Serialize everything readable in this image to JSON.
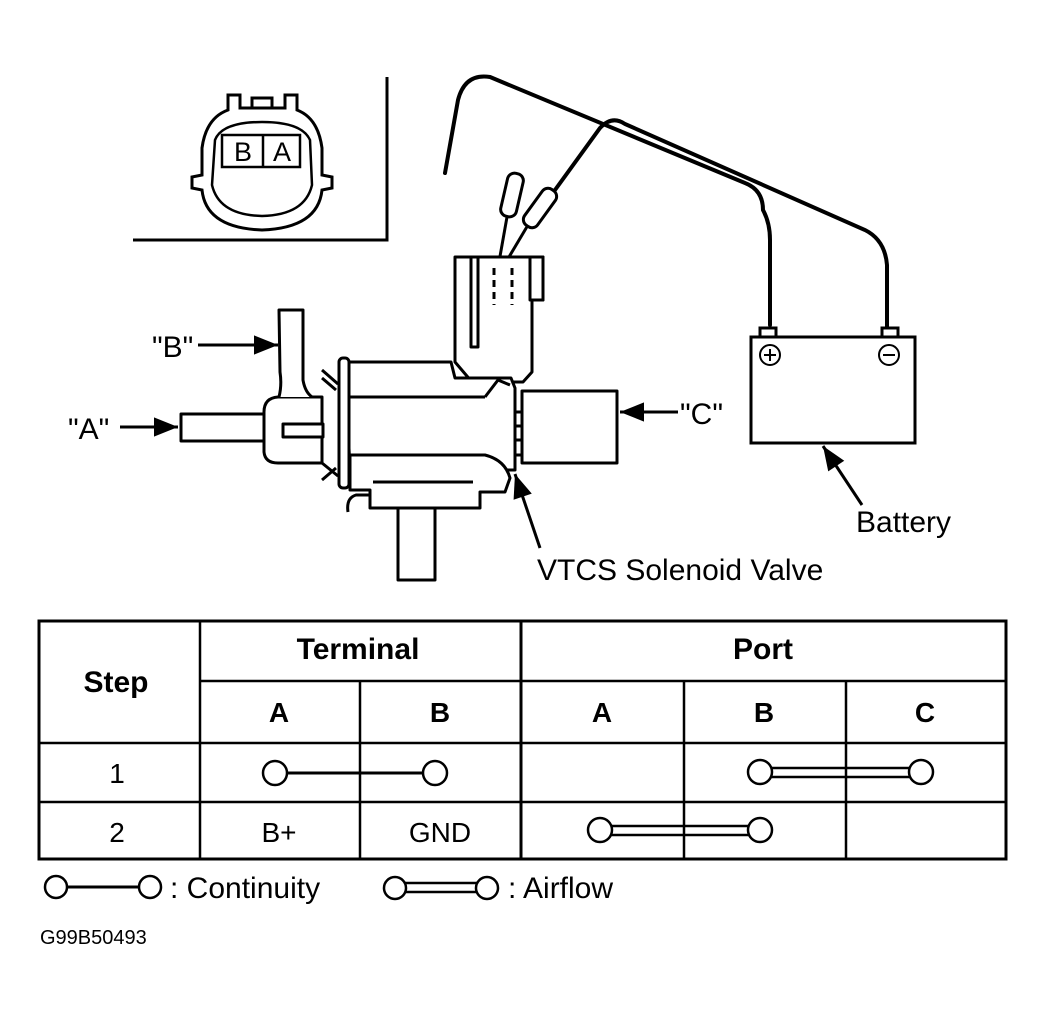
{
  "connector_view": {
    "terminals": [
      "B",
      "A"
    ]
  },
  "callouts": {
    "port_b": "\"B\"",
    "port_a": "\"A\"",
    "port_c": "\"C\"",
    "battery": "Battery",
    "valve": "VTCS Solenoid Valve"
  },
  "battery": {
    "positive_symbol": "+",
    "negative_symbol": "−"
  },
  "table": {
    "step_header": "Step",
    "terminal_header": "Terminal",
    "port_header": "Port",
    "terminal_columns": [
      "A",
      "B"
    ],
    "port_columns": [
      "A",
      "B",
      "C"
    ],
    "rows": [
      {
        "step": "1",
        "terminal_a": "",
        "terminal_b": "",
        "terminal_link": "continuity A-B",
        "port_link": "airflow B-C"
      },
      {
        "step": "2",
        "terminal_a": "B+",
        "terminal_b": "GND",
        "terminal_link": "",
        "port_link": "airflow A-B"
      }
    ]
  },
  "legend": {
    "continuity": ": Continuity",
    "airflow": ": Airflow"
  },
  "figure_id": "G99B50493"
}
